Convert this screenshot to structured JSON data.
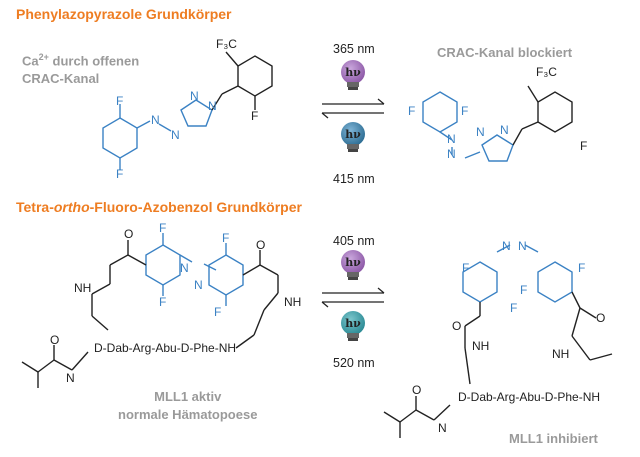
{
  "section1": {
    "title": "Phenylazopyrazole Grundkörper",
    "caption_left_line1_pre": "Ca",
    "caption_left_line1_sup": "2+",
    "caption_left_line1_post": " durch offenen",
    "caption_left_line2": "CRAC-Kanal",
    "caption_right": "CRAC-Kanal blockiert",
    "wavelength_top": "365 nm",
    "wavelength_bottom": "415 nm",
    "bulb_symbol": "hν"
  },
  "section2": {
    "title_pre": "Tetra-",
    "title_italic": "ortho",
    "title_post": "-Fluoro-Azobenzol Grundkörper",
    "caption_left_line1": "MLL1 aktiv",
    "caption_left_line2": "normale Hämatopoese",
    "caption_right": "MLL1 inhibiert",
    "wavelength_top": "405 nm",
    "wavelength_bottom": "520 nm",
    "bulb_symbol": "hν",
    "peptide_sequence": "D-Dab-Arg-Abu-D-Phe-NH"
  },
  "atoms": {
    "fluorine": "F",
    "nitrogen": "N",
    "cf3": "F₃C",
    "nh": "NH",
    "oxygen": "O"
  },
  "colors": {
    "heading": "#ee7d22",
    "caption": "#9a9a9a",
    "structure_blue": "#3b82c4",
    "bulb_violet": "#8e5aa8",
    "bulb_blue": "#2f6f95",
    "bulb_teal": "#2d8c96"
  }
}
